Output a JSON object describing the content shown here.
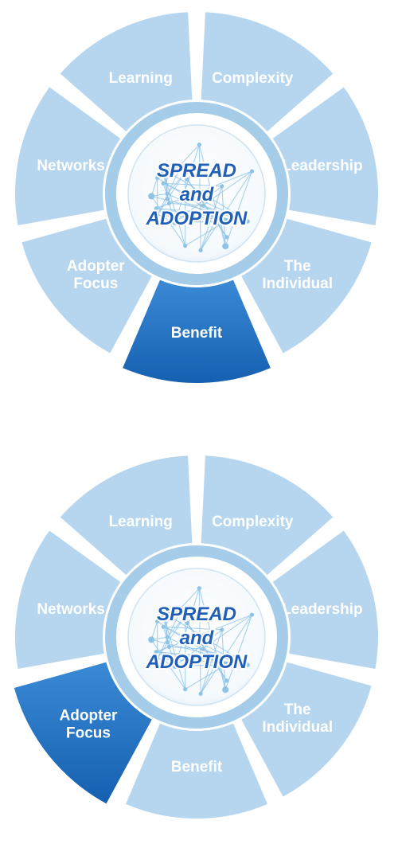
{
  "wheels": [
    {
      "center_lines": [
        "SPREAD",
        "and",
        "ADOPTION"
      ],
      "highlighted": "Benefit",
      "segments": [
        {
          "key": "Learning",
          "lines": [
            "Learning"
          ]
        },
        {
          "key": "Complexity",
          "lines": [
            "Complexity"
          ]
        },
        {
          "key": "Leadership",
          "lines": [
            "Leadership"
          ]
        },
        {
          "key": "The Individual",
          "lines": [
            "The",
            "Individual"
          ]
        },
        {
          "key": "Benefit",
          "lines": [
            "Benefit"
          ]
        },
        {
          "key": "Adopter Focus",
          "lines": [
            "Adopter",
            "Focus"
          ]
        },
        {
          "key": "Networks",
          "lines": [
            "Networks"
          ]
        }
      ]
    },
    {
      "center_lines": [
        "SPREAD",
        "and",
        "ADOPTION"
      ],
      "highlighted": "Adopter Focus",
      "segments": [
        {
          "key": "Learning",
          "lines": [
            "Learning"
          ]
        },
        {
          "key": "Complexity",
          "lines": [
            "Complexity"
          ]
        },
        {
          "key": "Leadership",
          "lines": [
            "Leadership"
          ]
        },
        {
          "key": "The Individual",
          "lines": [
            "The",
            "Individual"
          ]
        },
        {
          "key": "Benefit",
          "lines": [
            "Benefit"
          ]
        },
        {
          "key": "Adopter Focus",
          "lines": [
            "Adopter",
            "Focus"
          ]
        },
        {
          "key": "Networks",
          "lines": [
            "Networks"
          ]
        }
      ]
    }
  ],
  "colors": {
    "segment": "#b5d6ee",
    "segment_highlight": "#1e6fc0",
    "ring": "#a5cdea",
    "hub_text": "#1f5fb7",
    "network": "#8ec3e6"
  }
}
